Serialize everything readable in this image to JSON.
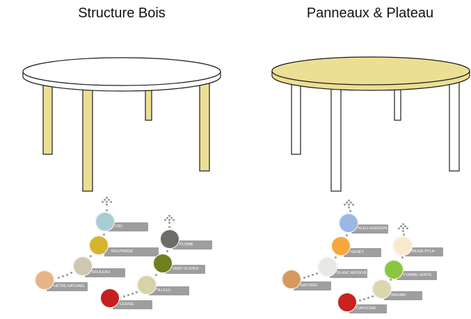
{
  "titles": {
    "left": "Structure Bois",
    "right": "Panneaux & Plateau"
  },
  "colors": {
    "wood": "#ecdf94",
    "outline": "#1a1a1a",
    "label_bg": "#9e9e9e"
  },
  "left_swatches": [
    {
      "name": "CIEL",
      "color": "#a9ccd3"
    },
    {
      "name": "MOUTARDE",
      "color": "#d6b42c"
    },
    {
      "name": "BOULEAU",
      "color": "#cfc6b4"
    },
    {
      "name": "HÊTRE NATUREL",
      "color": "#e6b585"
    },
    {
      "name": "PLOMB",
      "color": "#6e6c68"
    },
    {
      "name": "VERT OLIVIER",
      "color": "#6d7f1e"
    },
    {
      "name": "TILLEUL",
      "color": "#d8d3a6"
    },
    {
      "name": "CERISE",
      "color": "#c4201f"
    }
  ],
  "right_swatches": [
    {
      "name": "BLEU HORIZON",
      "color": "#9cb7e3"
    },
    {
      "name": "GENET",
      "color": "#f7a83a"
    },
    {
      "name": "BLANC MEGEVE",
      "color": "#e6e9e4"
    },
    {
      "name": "NATUREL",
      "color": "#d79a5c"
    },
    {
      "name": "BEIGE PYLA",
      "color": "#f9e9cf"
    },
    {
      "name": "POMME VERTE",
      "color": "#8cc63f"
    },
    {
      "name": "WASABI",
      "color": "#d9d6b0"
    },
    {
      "name": "CAPUCINE",
      "color": "#c9221f"
    }
  ]
}
